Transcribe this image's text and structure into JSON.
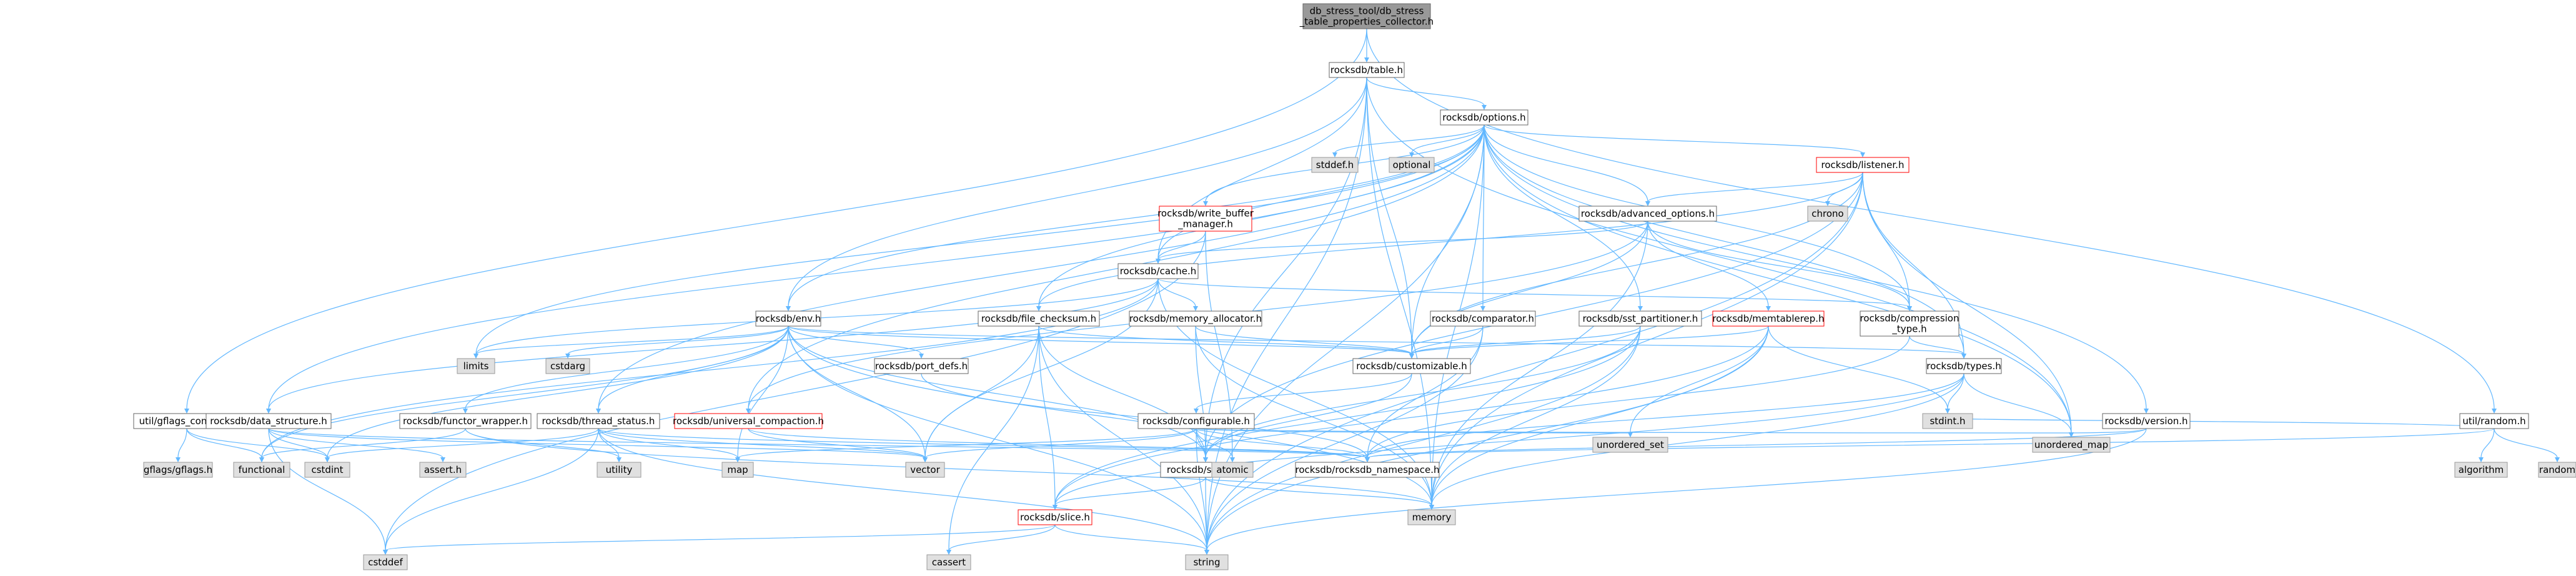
{
  "diagram": {
    "colors": {
      "edge": "#63b8ff",
      "root_fill": "#999999",
      "root_stroke": "#666666",
      "file_fill": "#ffffff",
      "file_stroke": "#666666",
      "red_stroke": "#ff0000",
      "system_fill": "#e0e0e0",
      "system_stroke": "#999999"
    },
    "nodes": [
      {
        "id": "root",
        "lines": [
          "db_stress_tool/db_stress",
          "_table_properties_collector.h"
        ],
        "style": "root"
      },
      {
        "id": "table",
        "lines": [
          "rocksdb/table.h"
        ],
        "style": "file"
      },
      {
        "id": "gflags_compat",
        "lines": [
          "util/gflags_compat.h"
        ],
        "style": "file"
      },
      {
        "id": "random_h",
        "lines": [
          "util/random.h"
        ],
        "style": "file"
      },
      {
        "id": "options",
        "lines": [
          "rocksdb/options.h"
        ],
        "style": "file"
      },
      {
        "id": "listener",
        "lines": [
          "rocksdb/listener.h"
        ],
        "style": "red"
      },
      {
        "id": "write_buffer_manager",
        "lines": [
          "rocksdb/write_buffer",
          "_manager.h"
        ],
        "style": "red"
      },
      {
        "id": "advanced_options",
        "lines": [
          "rocksdb/advanced_options.h"
        ],
        "style": "file"
      },
      {
        "id": "cache",
        "lines": [
          "rocksdb/cache.h"
        ],
        "style": "file"
      },
      {
        "id": "env",
        "lines": [
          "rocksdb/env.h"
        ],
        "style": "file"
      },
      {
        "id": "file_checksum",
        "lines": [
          "rocksdb/file_checksum.h"
        ],
        "style": "file"
      },
      {
        "id": "memory_allocator",
        "lines": [
          "rocksdb/memory_allocator.h"
        ],
        "style": "file"
      },
      {
        "id": "comparator",
        "lines": [
          "rocksdb/comparator.h"
        ],
        "style": "file"
      },
      {
        "id": "sst_partitioner",
        "lines": [
          "rocksdb/sst_partitioner.h"
        ],
        "style": "file"
      },
      {
        "id": "memtablerep",
        "lines": [
          "rocksdb/memtablerep.h"
        ],
        "style": "red"
      },
      {
        "id": "compression_type",
        "lines": [
          "rocksdb/compression",
          "_type.h"
        ],
        "style": "file"
      },
      {
        "id": "customizable",
        "lines": [
          "rocksdb/customizable.h"
        ],
        "style": "file"
      },
      {
        "id": "types",
        "lines": [
          "rocksdb/types.h"
        ],
        "style": "file"
      },
      {
        "id": "port_defs",
        "lines": [
          "rocksdb/port_defs.h"
        ],
        "style": "file"
      },
      {
        "id": "data_structure",
        "lines": [
          "rocksdb/data_structure.h"
        ],
        "style": "file"
      },
      {
        "id": "functor_wrapper",
        "lines": [
          "rocksdb/functor_wrapper.h"
        ],
        "style": "file"
      },
      {
        "id": "thread_status",
        "lines": [
          "rocksdb/thread_status.h"
        ],
        "style": "file"
      },
      {
        "id": "universal_compaction",
        "lines": [
          "rocksdb/universal_compaction.h"
        ],
        "style": "red"
      },
      {
        "id": "configurable",
        "lines": [
          "rocksdb/configurable.h"
        ],
        "style": "file"
      },
      {
        "id": "version_h",
        "lines": [
          "rocksdb/version.h"
        ],
        "style": "file"
      },
      {
        "id": "status",
        "lines": [
          "rocksdb/status.h"
        ],
        "style": "file"
      },
      {
        "id": "rocksdb_namespace",
        "lines": [
          "rocksdb/rocksdb_namespace.h"
        ],
        "style": "file"
      },
      {
        "id": "slice",
        "lines": [
          "rocksdb/slice.h"
        ],
        "style": "red"
      },
      {
        "id": "gflags_gflags",
        "lines": [
          "gflags/gflags.h"
        ],
        "style": "system"
      },
      {
        "id": "functional",
        "lines": [
          "functional"
        ],
        "style": "system"
      },
      {
        "id": "cstdint",
        "lines": [
          "cstdint"
        ],
        "style": "system"
      },
      {
        "id": "assert_h",
        "lines": [
          "assert.h"
        ],
        "style": "system"
      },
      {
        "id": "utility",
        "lines": [
          "utility"
        ],
        "style": "system"
      },
      {
        "id": "map",
        "lines": [
          "map"
        ],
        "style": "system"
      },
      {
        "id": "vector",
        "lines": [
          "vector"
        ],
        "style": "system"
      },
      {
        "id": "atomic",
        "lines": [
          "atomic"
        ],
        "style": "system"
      },
      {
        "id": "unordered_set",
        "lines": [
          "unordered_set"
        ],
        "style": "system"
      },
      {
        "id": "memory",
        "lines": [
          "memory"
        ],
        "style": "system"
      },
      {
        "id": "cstddef",
        "lines": [
          "cstddef"
        ],
        "style": "system"
      },
      {
        "id": "cassert",
        "lines": [
          "cassert"
        ],
        "style": "system"
      },
      {
        "id": "string",
        "lines": [
          "string"
        ],
        "style": "system"
      },
      {
        "id": "stdint_h",
        "lines": [
          "stdint.h"
        ],
        "style": "system"
      },
      {
        "id": "unordered_map",
        "lines": [
          "unordered_map"
        ],
        "style": "system"
      },
      {
        "id": "limits",
        "lines": [
          "limits"
        ],
        "style": "system"
      },
      {
        "id": "cstdarg",
        "lines": [
          "cstdarg"
        ],
        "style": "system"
      },
      {
        "id": "stddef_h",
        "lines": [
          "stddef.h"
        ],
        "style": "system"
      },
      {
        "id": "optional",
        "lines": [
          "optional"
        ],
        "style": "system"
      },
      {
        "id": "chrono",
        "lines": [
          "chrono"
        ],
        "style": "system"
      },
      {
        "id": "algorithm",
        "lines": [
          "algorithm"
        ],
        "style": "system"
      },
      {
        "id": "random",
        "lines": [
          "random"
        ],
        "style": "system"
      }
    ],
    "edges": [
      [
        "root",
        "table"
      ],
      [
        "root",
        "gflags_compat"
      ],
      [
        "root",
        "random_h"
      ],
      [
        "table",
        "options"
      ],
      [
        "table",
        "env"
      ],
      [
        "table",
        "cache"
      ],
      [
        "table",
        "customizable"
      ],
      [
        "table",
        "status"
      ],
      [
        "table",
        "memory"
      ],
      [
        "table",
        "string"
      ],
      [
        "table",
        "unordered_map"
      ],
      [
        "gflags_compat",
        "gflags_gflags"
      ],
      [
        "gflags_compat",
        "functional"
      ],
      [
        "gflags_compat",
        "cstdint"
      ],
      [
        "random_h",
        "algorithm"
      ],
      [
        "random_h",
        "random"
      ],
      [
        "random_h",
        "stdint_h"
      ],
      [
        "random_h",
        "rocksdb_namespace"
      ],
      [
        "options",
        "stddef_h"
      ],
      [
        "options",
        "optional"
      ],
      [
        "options",
        "listener"
      ],
      [
        "options",
        "write_buffer_manager"
      ],
      [
        "options",
        "advanced_options"
      ],
      [
        "options",
        "cache"
      ],
      [
        "options",
        "env"
      ],
      [
        "options",
        "comparator"
      ],
      [
        "options",
        "sst_partitioner"
      ],
      [
        "options",
        "compression_type"
      ],
      [
        "options",
        "customizable"
      ],
      [
        "options",
        "types"
      ],
      [
        "options",
        "version_h"
      ],
      [
        "options",
        "data_structure"
      ],
      [
        "options",
        "universal_compaction"
      ],
      [
        "options",
        "thread_status"
      ],
      [
        "options",
        "limits"
      ],
      [
        "options",
        "memory"
      ],
      [
        "options",
        "string"
      ],
      [
        "options",
        "unordered_map"
      ],
      [
        "options",
        "file_checksum"
      ],
      [
        "listener",
        "chrono"
      ],
      [
        "listener",
        "advanced_options"
      ],
      [
        "listener",
        "compression_type"
      ],
      [
        "listener",
        "customizable"
      ],
      [
        "listener",
        "types"
      ],
      [
        "listener",
        "status"
      ],
      [
        "listener",
        "memory"
      ],
      [
        "listener",
        "string"
      ],
      [
        "listener",
        "unordered_map"
      ],
      [
        "listener",
        "file_checksum"
      ],
      [
        "write_buffer_manager",
        "cache"
      ],
      [
        "write_buffer_manager",
        "atomic"
      ],
      [
        "write_buffer_manager",
        "cstddef"
      ],
      [
        "advanced_options",
        "cache"
      ],
      [
        "advanced_options",
        "memtablerep"
      ],
      [
        "advanced_options",
        "compression_type"
      ],
      [
        "advanced_options",
        "customizable"
      ],
      [
        "advanced_options",
        "memory"
      ],
      [
        "advanced_options",
        "universal_compaction"
      ],
      [
        "cache",
        "memory_allocator"
      ],
      [
        "cache",
        "compression_type"
      ],
      [
        "cache",
        "data_structure"
      ],
      [
        "cache",
        "vector"
      ],
      [
        "cache",
        "memory"
      ],
      [
        "cache",
        "limits"
      ],
      [
        "cache",
        "functional"
      ],
      [
        "env",
        "port_defs"
      ],
      [
        "env",
        "customizable"
      ],
      [
        "env",
        "functor_wrapper"
      ],
      [
        "env",
        "thread_status"
      ],
      [
        "env",
        "status"
      ],
      [
        "env",
        "cstdarg"
      ],
      [
        "env",
        "limits"
      ],
      [
        "env",
        "functional"
      ],
      [
        "env",
        "map"
      ],
      [
        "env",
        "vector"
      ],
      [
        "env",
        "memory"
      ],
      [
        "env",
        "string"
      ],
      [
        "env",
        "cstdint"
      ],
      [
        "env",
        "types"
      ],
      [
        "file_checksum",
        "customizable"
      ],
      [
        "file_checksum",
        "status"
      ],
      [
        "file_checksum",
        "slice"
      ],
      [
        "file_checksum",
        "string"
      ],
      [
        "file_checksum",
        "vector"
      ],
      [
        "file_checksum",
        "cassert"
      ],
      [
        "memory_allocator",
        "customizable"
      ],
      [
        "memory_allocator",
        "status"
      ],
      [
        "memory_allocator",
        "memory"
      ],
      [
        "comparator",
        "customizable"
      ],
      [
        "comparator",
        "rocksdb_namespace"
      ],
      [
        "comparator",
        "string"
      ],
      [
        "sst_partitioner",
        "customizable"
      ],
      [
        "sst_partitioner",
        "status"
      ],
      [
        "sst_partitioner",
        "slice"
      ],
      [
        "sst_partitioner",
        "memory"
      ],
      [
        "sst_partitioner",
        "string"
      ],
      [
        "memtablerep",
        "customizable"
      ],
      [
        "memtablerep",
        "slice"
      ],
      [
        "memtablerep",
        "stdint_h"
      ],
      [
        "memtablerep",
        "unordered_set"
      ],
      [
        "memtablerep",
        "memory"
      ],
      [
        "memtablerep",
        "string"
      ],
      [
        "compression_type",
        "types"
      ],
      [
        "compression_type",
        "rocksdb_namespace"
      ],
      [
        "customizable",
        "configurable"
      ],
      [
        "customizable",
        "status"
      ],
      [
        "types",
        "stdint_h"
      ],
      [
        "types",
        "slice"
      ],
      [
        "types",
        "rocksdb_namespace"
      ],
      [
        "types",
        "memory"
      ],
      [
        "types",
        "unordered_map"
      ],
      [
        "port_defs",
        "rocksdb_namespace"
      ],
      [
        "data_structure",
        "assert_h"
      ],
      [
        "data_structure",
        "cstddef"
      ],
      [
        "data_structure",
        "cstdint"
      ],
      [
        "data_structure",
        "vector"
      ],
      [
        "data_structure",
        "rocksdb_namespace"
      ],
      [
        "functor_wrapper",
        "functional"
      ],
      [
        "functor_wrapper",
        "memory"
      ],
      [
        "functor_wrapper",
        "utility"
      ],
      [
        "thread_status",
        "cstddef"
      ],
      [
        "thread_status",
        "cstdint"
      ],
      [
        "thread_status",
        "map"
      ],
      [
        "thread_status",
        "string"
      ],
      [
        "thread_status",
        "utility"
      ],
      [
        "thread_status",
        "vector"
      ],
      [
        "thread_status",
        "rocksdb_namespace"
      ],
      [
        "universal_compaction",
        "vector"
      ],
      [
        "universal_compaction",
        "rocksdb_namespace"
      ],
      [
        "configurable",
        "atomic"
      ],
      [
        "configurable",
        "string"
      ],
      [
        "configurable",
        "unordered_map"
      ],
      [
        "configurable",
        "unordered_set"
      ],
      [
        "configurable",
        "vector"
      ],
      [
        "configurable",
        "rocksdb_namespace"
      ],
      [
        "configurable",
        "status"
      ],
      [
        "configurable",
        "map"
      ],
      [
        "version_h",
        "string"
      ],
      [
        "version_h",
        "unordered_map"
      ],
      [
        "version_h",
        "rocksdb_namespace"
      ],
      [
        "status",
        "memory"
      ],
      [
        "status",
        "string"
      ],
      [
        "status",
        "slice"
      ],
      [
        "slice",
        "cassert"
      ],
      [
        "slice",
        "cstddef"
      ],
      [
        "slice",
        "string"
      ]
    ]
  }
}
